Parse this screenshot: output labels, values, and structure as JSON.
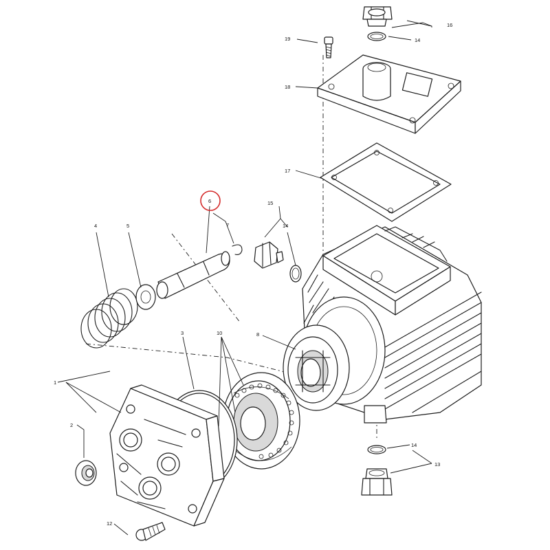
{
  "diagram": {
    "callouts": [
      {
        "id": "c1",
        "text": "1"
      },
      {
        "id": "c2",
        "text": "2"
      },
      {
        "id": "c3",
        "text": "3"
      },
      {
        "id": "c4",
        "text": "4"
      },
      {
        "id": "c5",
        "text": "5"
      },
      {
        "id": "c6",
        "text": "6"
      },
      {
        "id": "c7",
        "text": "7"
      },
      {
        "id": "c8",
        "text": "8"
      },
      {
        "id": "c10",
        "text": "10"
      },
      {
        "id": "c12",
        "text": "12"
      },
      {
        "id": "c13",
        "text": "13"
      },
      {
        "id": "c14a",
        "text": "14"
      },
      {
        "id": "c14b",
        "text": "14"
      },
      {
        "id": "c14c",
        "text": "14"
      },
      {
        "id": "c15",
        "text": "15"
      },
      {
        "id": "c16",
        "text": "16"
      },
      {
        "id": "c17",
        "text": "17"
      },
      {
        "id": "c18",
        "text": "18"
      },
      {
        "id": "c19",
        "text": "19"
      }
    ],
    "highlighted_callout": "6",
    "highlight_color": "#d42a2a",
    "line_color": "#1a1a1a"
  }
}
